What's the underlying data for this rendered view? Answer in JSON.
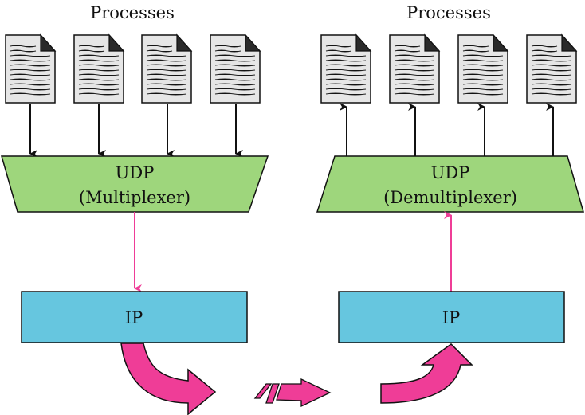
{
  "left": {
    "processes_label": "Processes",
    "udp_line1": "UDP",
    "udp_line2": "(Multiplexer)",
    "ip_label": "IP"
  },
  "right": {
    "processes_label": "Processes",
    "udp_line1": "UDP",
    "udp_line2": "(Demultiplexer)",
    "ip_label": "IP"
  },
  "colors": {
    "udp_fill": "#9ed67c",
    "ip_fill": "#66c6df",
    "pink": "#ef3d97",
    "doc_fill": "#e6e6e6"
  }
}
